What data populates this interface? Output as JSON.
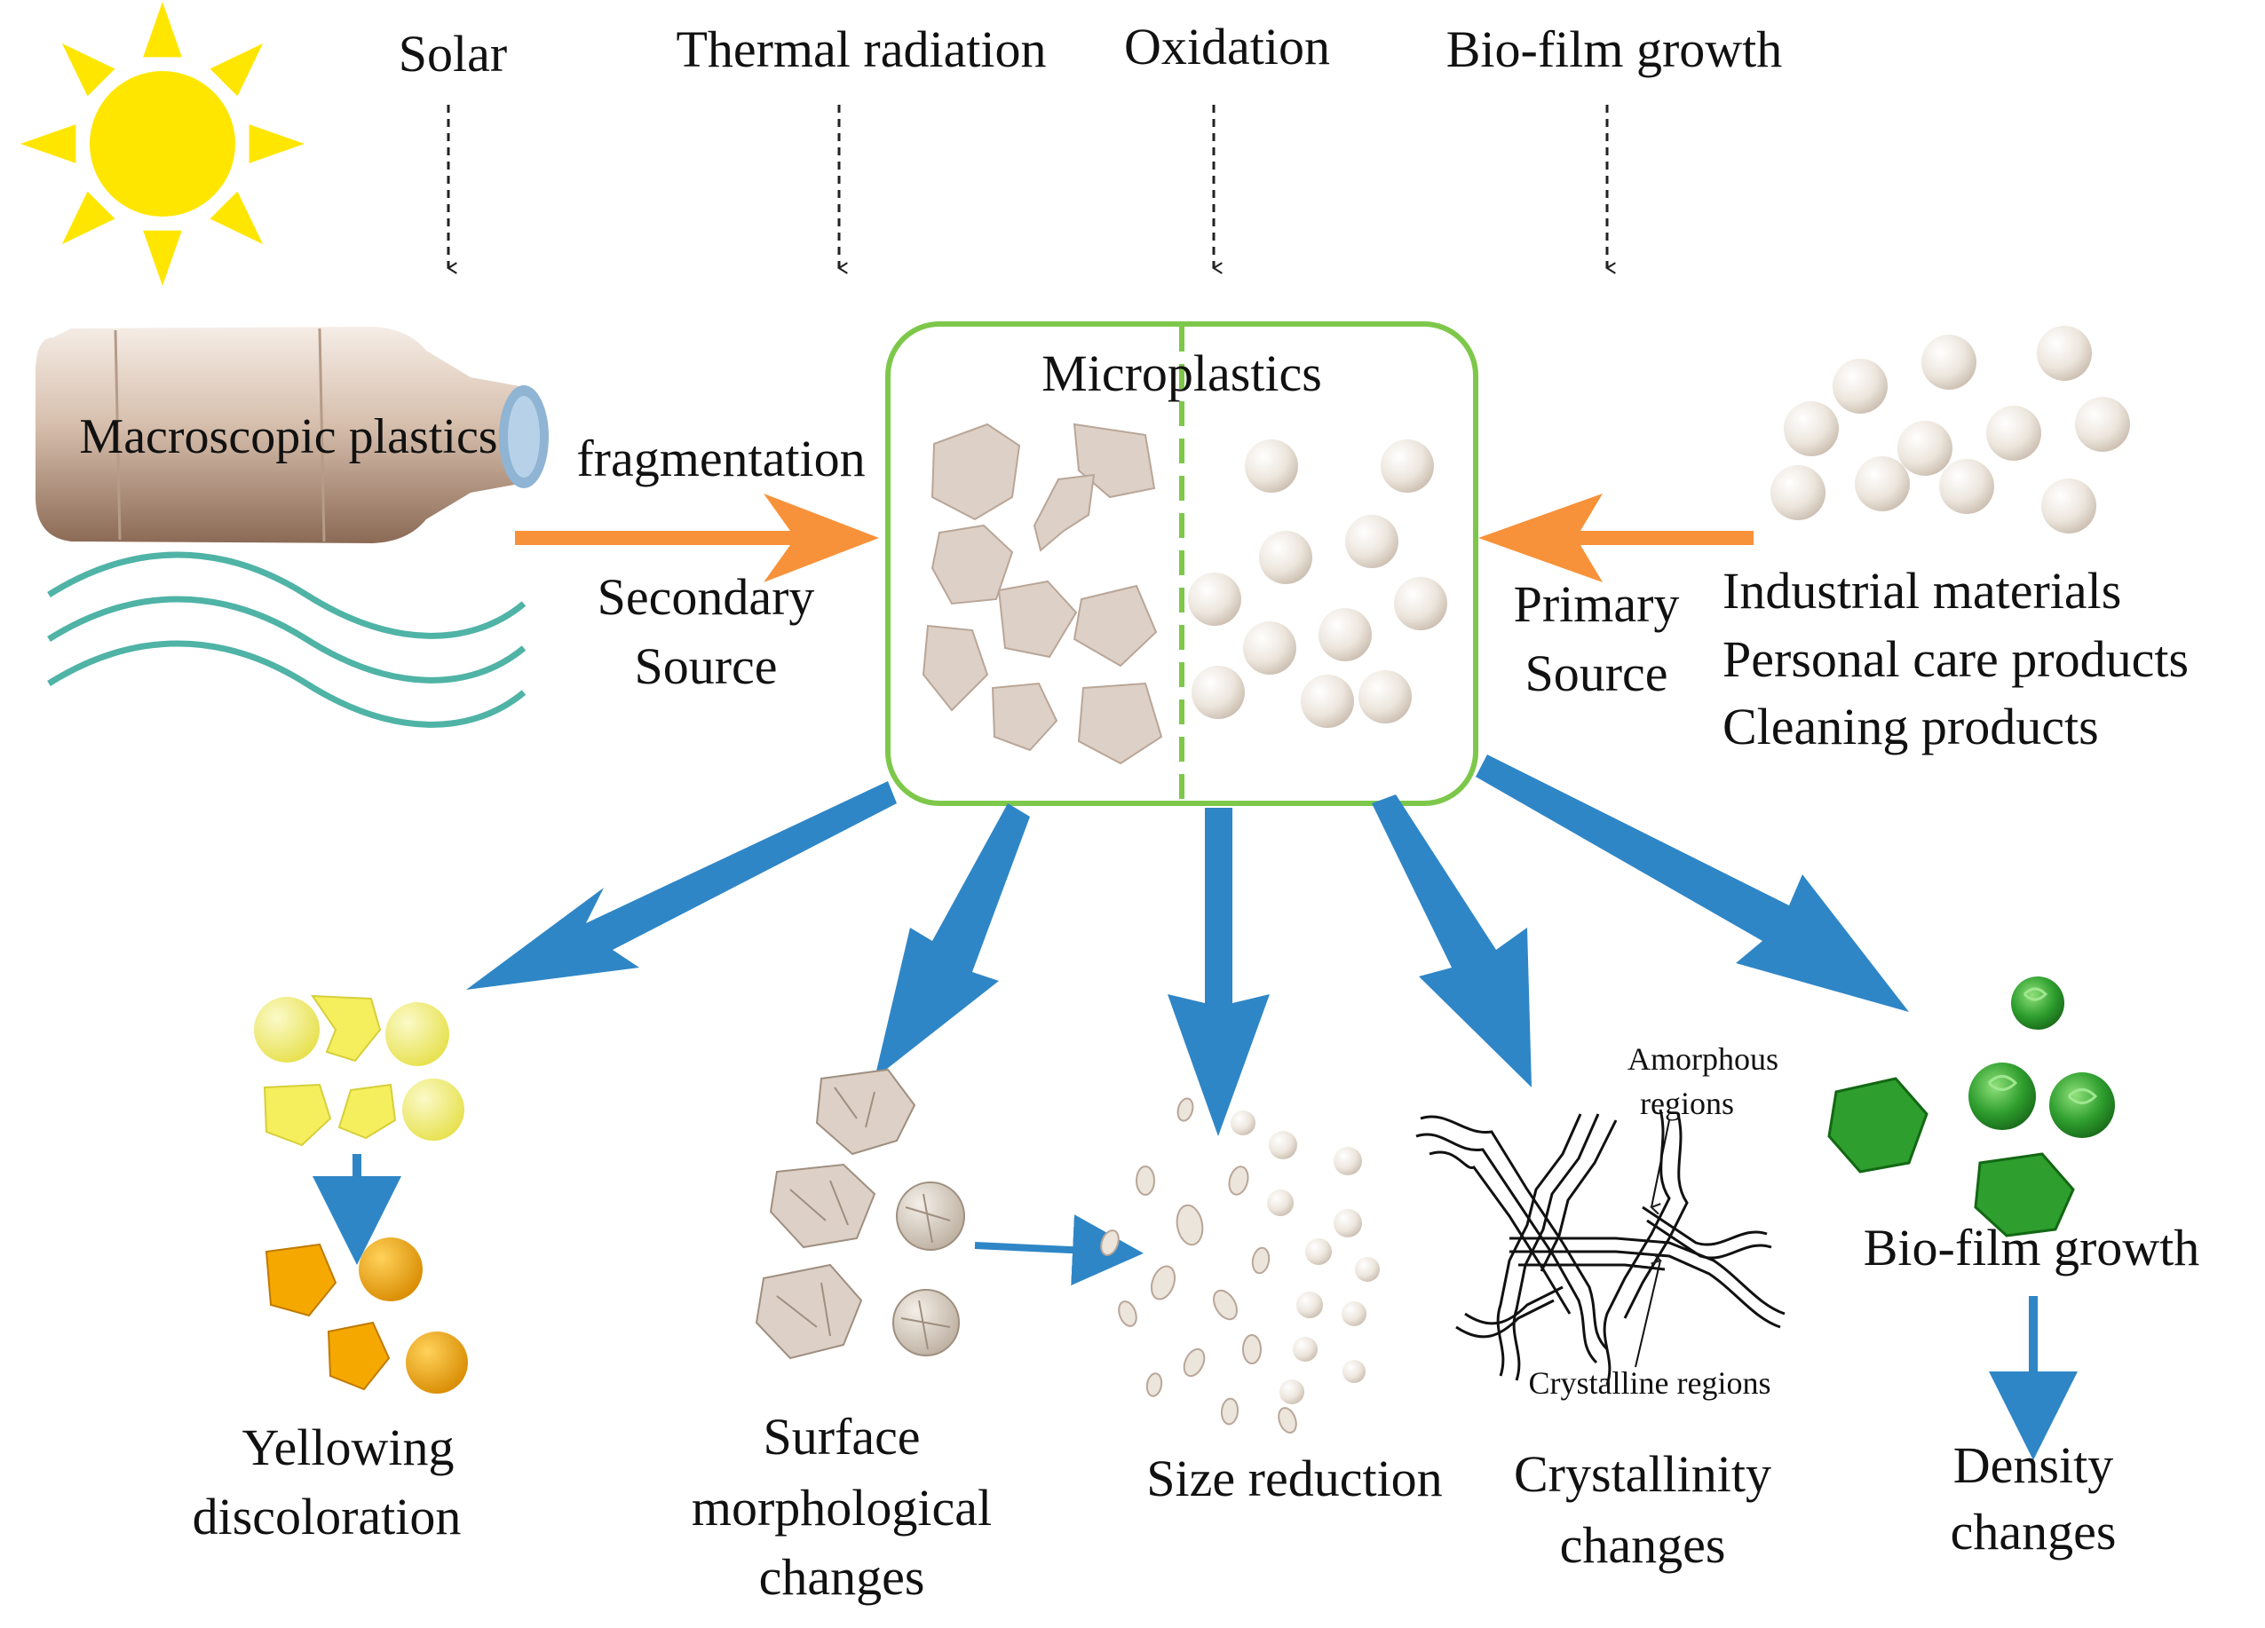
{
  "factors": {
    "solar": "Solar",
    "thermal": "Thermal radiation",
    "oxidation": "Oxidation",
    "biofilm": "Bio-film growth"
  },
  "center": {
    "title": "Microplastics"
  },
  "secondary": {
    "item": "Macroscopic plastics",
    "process": "fragmentation",
    "line1": "Secondary",
    "line2": "Source"
  },
  "primary": {
    "line1": "Primary",
    "line2": "Source",
    "items": [
      "Industrial materials",
      "Personal care products",
      "Cleaning products"
    ]
  },
  "effects": {
    "yellowing": [
      "Yellowing",
      "discoloration"
    ],
    "surface": [
      "Surface",
      "morphological",
      "changes"
    ],
    "size": "Size reduction",
    "crystallinity": [
      "Crystallinity",
      "changes"
    ],
    "crystal_amorphous": [
      "Amorphous",
      "regions"
    ],
    "crystal_crystalline": "Crystalline regions",
    "biofilm": "Bio-film growth",
    "density": [
      "Density",
      "changes"
    ]
  },
  "colors": {
    "sun": "#ffe600",
    "box_border": "#7dc84a",
    "orange_arrow": "#f7923a",
    "blue_arrow": "#2f86c6",
    "waves": "#4fb3a6",
    "yellow_particle": "#f2ee6a",
    "orange_particle": "#f5a800",
    "biofilm_green": "#2e9e2e",
    "bead": "#ece5dc"
  }
}
